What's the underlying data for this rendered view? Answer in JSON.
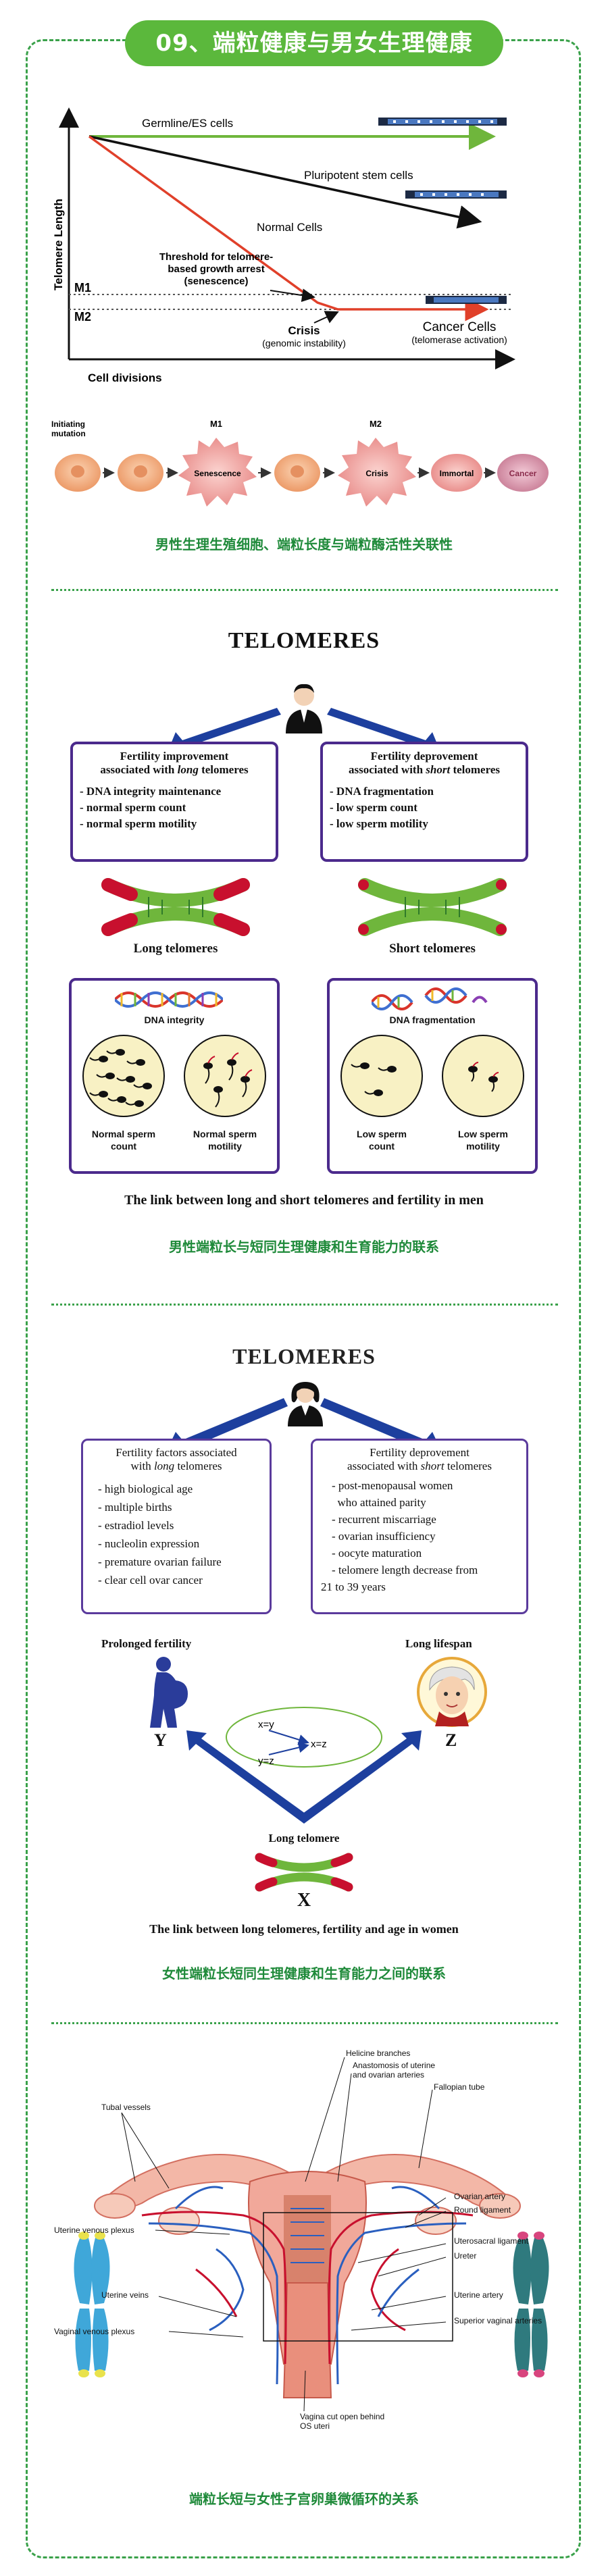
{
  "header": {
    "title": "09、端粒健康与男女生理健康"
  },
  "section1": {
    "chart": {
      "ylabel": "Telomere Length",
      "xlabel": "Cell divisions",
      "germline": "Germline/ES cells",
      "pluripotent": "Pluripotent stem cells",
      "normal": "Normal Cells",
      "m1": "M1",
      "m2": "M2",
      "threshold_l1": "Threshold for telomere-",
      "threshold_l2": "based growth arrest",
      "threshold_l3": "(senescence)",
      "crisis": "Crisis",
      "crisis_sub": "(genomic instability)",
      "cancer": "Cancer Cells",
      "cancer_sub": "(telomerase activation)"
    },
    "cells": {
      "initiating_l1": "Initiating",
      "initiating_l2": "mutation",
      "m1": "M1",
      "m2": "M2",
      "senescence": "Senescence",
      "crisis": "Crisis",
      "immortal": "Immortal",
      "cancer": "Cancer"
    },
    "caption": "男性生理生殖细胞、端粒长度与端粒酶活性关联性"
  },
  "section2": {
    "title": "TELOMERES",
    "left_box": {
      "head_l1": "Fertility improvement",
      "head_l2a": "associated with ",
      "head_l2b": "long",
      "head_l2c": " telomeres",
      "items": [
        "- DNA integrity maintenance",
        "- normal sperm count",
        "- normal sperm motility"
      ]
    },
    "right_box": {
      "head_l1": "Fertility deprovement",
      "head_l2a": "associated with ",
      "head_l2b": "short",
      "head_l2c": " telomeres",
      "items": [
        "- DNA fragmentation",
        "- low sperm count",
        "- low sperm motility"
      ]
    },
    "long_label": "Long telomeres",
    "short_label": "Short telomeres",
    "left_panel": {
      "dna": "DNA integrity",
      "count": [
        "Normal sperm",
        "count"
      ],
      "motility": [
        "Normal sperm",
        "motility"
      ]
    },
    "right_panel": {
      "dna": "DNA fragmentation",
      "count": [
        "Low sperm",
        "count"
      ],
      "motility": [
        "Low sperm",
        "motility"
      ]
    },
    "link": "The link between long and short telomeres and fertility in men",
    "caption": "男性端粒长与短同生理健康和生育能力的联系"
  },
  "section3": {
    "title": "TELOMERES",
    "left_box": {
      "head_l1": "Fertility factors associated",
      "head_l2a": "with ",
      "head_l2b": "long",
      "head_l2c": " telomeres",
      "items": [
        "- high biological age",
        "- multiple births",
        "- estradiol levels",
        "- nucleolin expression",
        "- premature ovarian failure",
        "- clear cell ovar cancer"
      ]
    },
    "right_box": {
      "head_l1": "Fertility deprovement",
      "head_l2a": "associated with ",
      "head_l2b": "short",
      "head_l2c": " telomeres",
      "items": [
        "- post-menopausal women",
        "  who attained parity",
        "- recurrent miscarriage",
        "- ovarian insufficiency",
        "- oocyte maturation",
        "- telomere length decrease from",
        "21 to 39 years"
      ]
    },
    "prolonged": "Prolonged fertility",
    "lifespan": "Long lifespan",
    "y": "Y",
    "z": "Z",
    "x": "X",
    "eq1": "x=y",
    "eq2": "x=z",
    "eq3": "y=z",
    "long_telomere": "Long telomere",
    "link": "The link between long telomeres, fertility and age in women",
    "caption": "女性端粒长短同生理健康和生育能力之间的联系"
  },
  "section4": {
    "labels": {
      "helicine": "Helicine branches",
      "anastomosis_l1": "Anastomosis of uterine",
      "anastomosis_l2": "and ovarian arteries",
      "fallopian": "Fallopian tube",
      "tubal": "Tubal vessels",
      "ovarian_artery": "Ovarian artery",
      "round_ligament": "Round ligament",
      "uterine_venous": "Uterine venous plexus",
      "uterosacral": "Uterosacral ligament",
      "ureter": "Ureter",
      "uterine_veins": "Uterine veins",
      "uterine_artery": "Uterine artery",
      "vaginal_venous": "Vaginal venous plexus",
      "superior_vaginal": "Superior vaginal arteries",
      "vagina_l1": "Vagina cut open behind",
      "vagina_l2": "OS uteri"
    },
    "caption": "端粒长短与女性子宫卵巢微循环的关系"
  }
}
